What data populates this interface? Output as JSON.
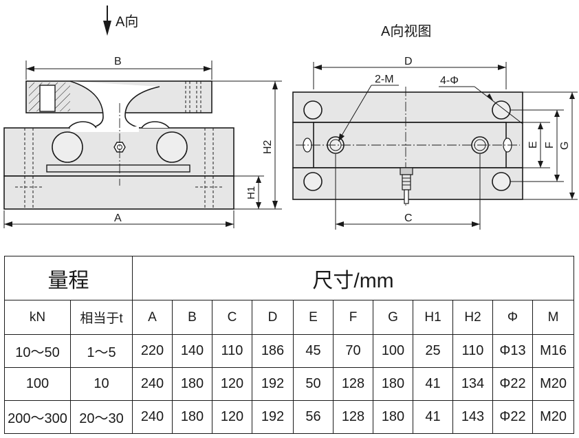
{
  "drawing": {
    "direction_label": "A向",
    "view_title": "A向视图",
    "side_view": {
      "B": "B",
      "A": "A",
      "H1": "H1",
      "H2": "H2"
    },
    "end_view": {
      "D": "D",
      "C": "C",
      "E": "E",
      "F": "F",
      "G": "G",
      "thread": "2-M",
      "holes": "4-Φ"
    }
  },
  "table": {
    "range_header": "量程",
    "dims_header": "尺寸/mm",
    "sub_headers": [
      "kN",
      "相当于t",
      "A",
      "B",
      "C",
      "D",
      "E",
      "F",
      "G",
      "H1",
      "H2",
      "Φ",
      "M"
    ],
    "rows": [
      [
        "10～50",
        "1～5",
        "220",
        "140",
        "110",
        "186",
        "45",
        "70",
        "100",
        "25",
        "110",
        "Φ13",
        "M16"
      ],
      [
        "100",
        "10",
        "240",
        "180",
        "120",
        "192",
        "50",
        "128",
        "180",
        "41",
        "134",
        "Φ22",
        "M20"
      ],
      [
        "200～300",
        "20～30",
        "240",
        "180",
        "120",
        "192",
        "56",
        "128",
        "180",
        "41",
        "143",
        "Φ22",
        "M20"
      ]
    ]
  }
}
